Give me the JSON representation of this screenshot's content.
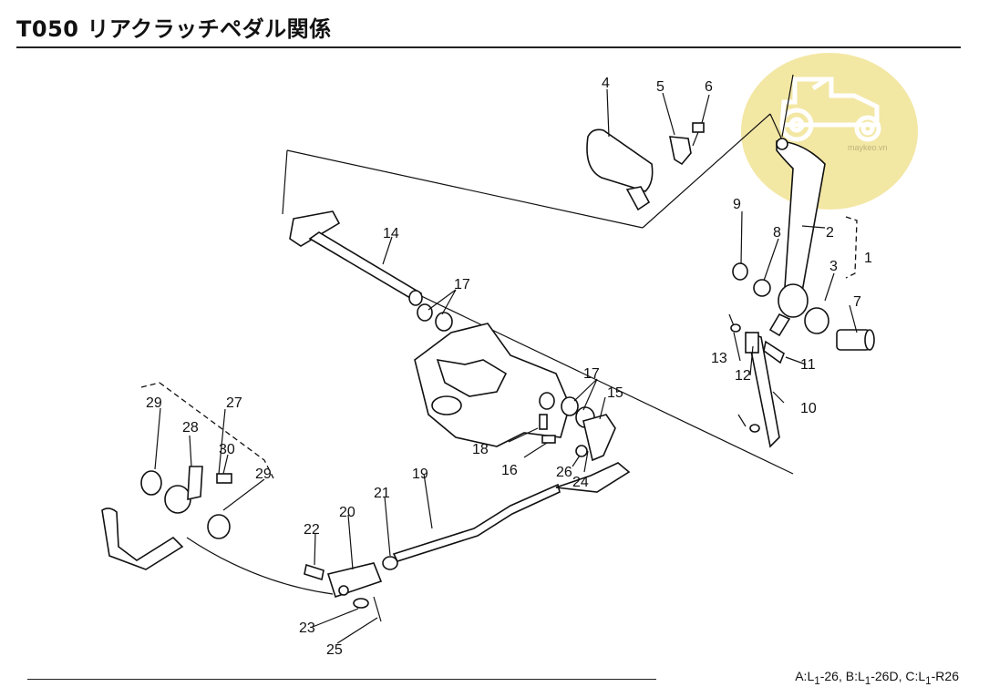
{
  "title": "T050 リアクラッチペダル関係",
  "footer": {
    "variants": [
      {
        "prefix": "A:L",
        "sub": "1",
        "suffix": "-26,"
      },
      {
        "prefix": "B:L",
        "sub": "1",
        "suffix": "-26D,"
      },
      {
        "prefix": "C:L",
        "sub": "1",
        "suffix": "-R26"
      }
    ]
  },
  "watermark_text": "maykeo.vn",
  "watermark_color": "#f3e7a4",
  "part_numbers": {
    "p1": "1",
    "p2": "2",
    "p3": "3",
    "p4": "4",
    "p5": "5",
    "p6": "6",
    "p7": "7",
    "p8": "8",
    "p9": "9",
    "p10": "10",
    "p11": "11",
    "p12": "12",
    "p13": "13",
    "p14": "14",
    "p16": "16",
    "p17a": "17",
    "p17b": "17",
    "p15": "15",
    "p18": "18",
    "p19": "19",
    "p20": "20",
    "p21": "21",
    "p22": "22",
    "p23": "23",
    "p24": "24",
    "p25": "25",
    "p26": "26",
    "p27": "27",
    "p28": "28",
    "p29a": "29",
    "p29b": "29",
    "p30": "30"
  }
}
